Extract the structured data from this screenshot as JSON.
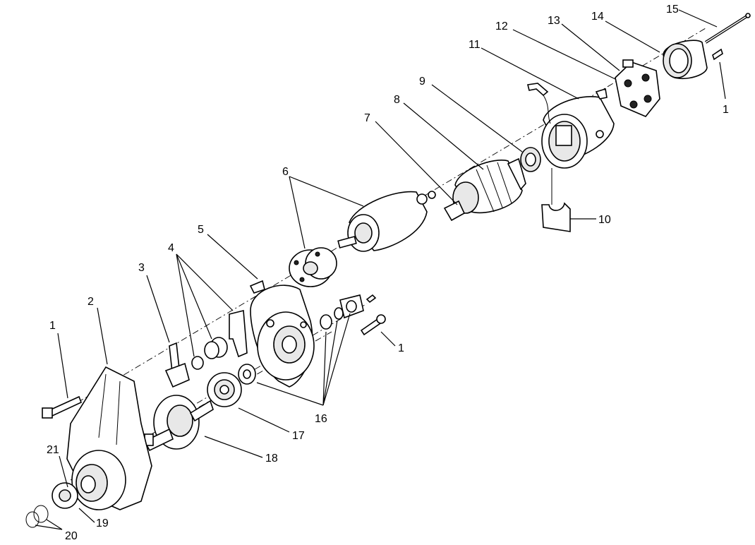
{
  "diagram": {
    "labels": [
      {
        "id": "1a",
        "text": "1"
      },
      {
        "id": "1b",
        "text": "1"
      },
      {
        "id": "1c",
        "text": "1"
      },
      {
        "id": "2",
        "text": "2"
      },
      {
        "id": "3",
        "text": "3"
      },
      {
        "id": "4",
        "text": "4"
      },
      {
        "id": "5",
        "text": "5"
      },
      {
        "id": "6",
        "text": "6"
      },
      {
        "id": "7",
        "text": "7"
      },
      {
        "id": "8",
        "text": "8"
      },
      {
        "id": "9",
        "text": "9"
      },
      {
        "id": "10",
        "text": "10"
      },
      {
        "id": "11",
        "text": "11"
      },
      {
        "id": "12",
        "text": "12"
      },
      {
        "id": "13",
        "text": "13"
      },
      {
        "id": "14",
        "text": "14"
      },
      {
        "id": "15",
        "text": "15"
      },
      {
        "id": "16",
        "text": "16"
      },
      {
        "id": "17",
        "text": "17"
      },
      {
        "id": "18",
        "text": "18"
      },
      {
        "id": "19",
        "text": "19"
      },
      {
        "id": "20",
        "text": "20"
      },
      {
        "id": "21",
        "text": "21"
      }
    ]
  }
}
